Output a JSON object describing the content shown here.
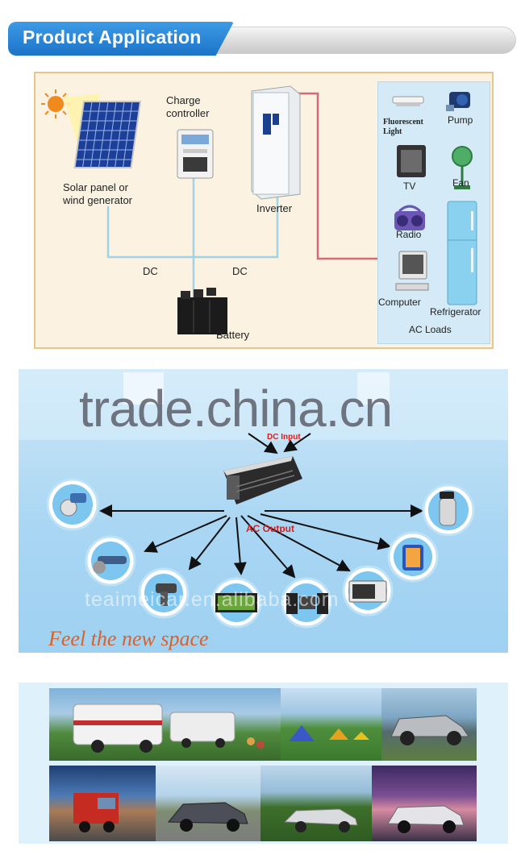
{
  "header": {
    "title": "Product Application"
  },
  "diagram": {
    "solar_label_1": "Solar panel or",
    "solar_label_2": "wind generator",
    "charge_label_1": "Charge",
    "charge_label_2": "controller",
    "inverter_label": "Inverter",
    "dc_left": "DC",
    "dc_right": "DC",
    "battery_label": "Battery",
    "loads": {
      "fluorescent_1": "Fluorescent",
      "fluorescent_2": "Light",
      "pump": "Pump",
      "tv": "TV",
      "fan": "Fan",
      "radio": "Radio",
      "computer": "Computer",
      "refrigerator": "Refrigerator",
      "title": "AC Loads"
    },
    "colors": {
      "panel_bg": "#fbf2e1",
      "loads_bg": "#d4eaf6",
      "dc_line": "#9fd3e6",
      "ac_line": "#d46a72"
    }
  },
  "section2": {
    "watermark": "trade.china.cn",
    "dc_input": "DC Input",
    "ac_output": "AC Output",
    "watermark_url": "teaimeicar.en.alibaba.com",
    "slogan": "Feel the new space"
  },
  "section3": {
    "photos": [
      "rv-motorhome",
      "caravan-picnic",
      "camping-tents",
      "suv-car",
      "truck-highway",
      "sedan-road",
      "convertible",
      "suv-sunset"
    ]
  }
}
